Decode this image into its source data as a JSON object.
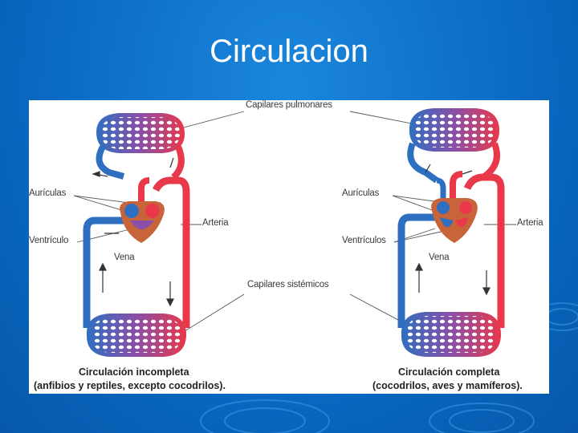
{
  "slide": {
    "title": "Circulacion"
  },
  "figure": {
    "labels": {
      "capillaries_pulmonary": "Capilares pulmonares",
      "capillaries_systemic": "Capilares sistémicos",
      "left_atria": "Aurículas",
      "left_artery": "Arteria",
      "left_ventricle": "Ventrículo",
      "left_vein": "Vena",
      "right_atria": "Aurículas",
      "right_artery": "Arteria",
      "right_ventricles": "Ventrículos",
      "right_vein": "Vena"
    },
    "left_caption": {
      "title": "Circulación incompleta",
      "subtitle": "(anfibios y reptiles, excepto cocodrilos)."
    },
    "right_caption": {
      "title": "Circulación completa",
      "subtitle": "(cocodrilos, aves y mamíferos)."
    },
    "colors": {
      "venous": "#2f6fc0",
      "arterial": "#e8384a",
      "heart": "#c8643a"
    }
  }
}
